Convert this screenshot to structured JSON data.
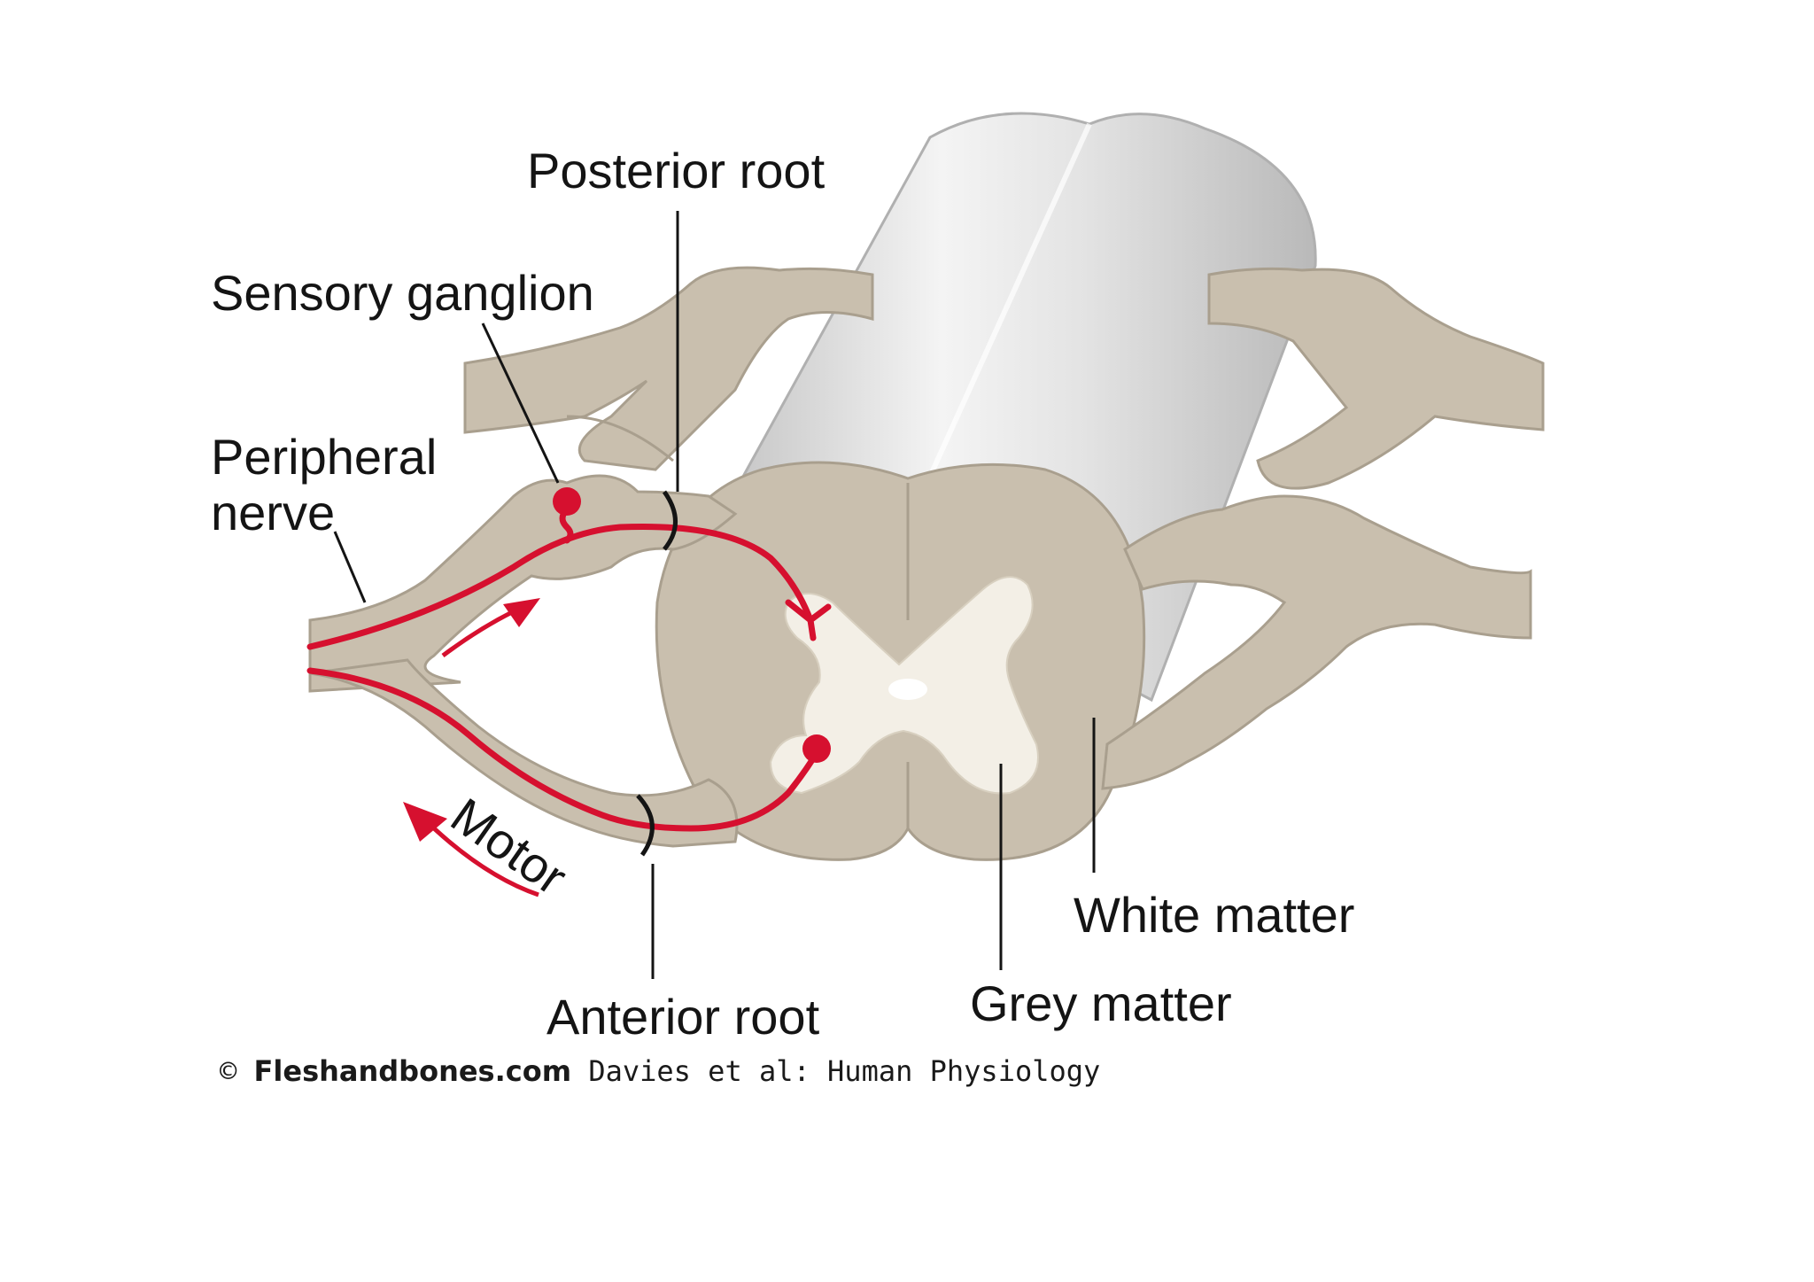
{
  "labels": {
    "posterior_root": "Posterior root",
    "sensory_ganglion": "Sensory ganglion",
    "peripheral_nerve_line1": "Peripheral",
    "peripheral_nerve_line2": "nerve",
    "motor": "Motor",
    "anterior_root": "Anterior root",
    "grey_matter": "Grey matter",
    "white_matter": "White matter"
  },
  "credit": {
    "symbol": "©",
    "site": "Fleshandbones.com",
    "source": "Davies et al: Human Physiology"
  },
  "colors": {
    "tissue": "#c9bfae",
    "tissue_outline": "#a99f8e",
    "grey_matter": "#f3efe6",
    "cord_cylinder": "#dcdcdc",
    "neuron": "#d6102f",
    "leader": "#141414"
  }
}
